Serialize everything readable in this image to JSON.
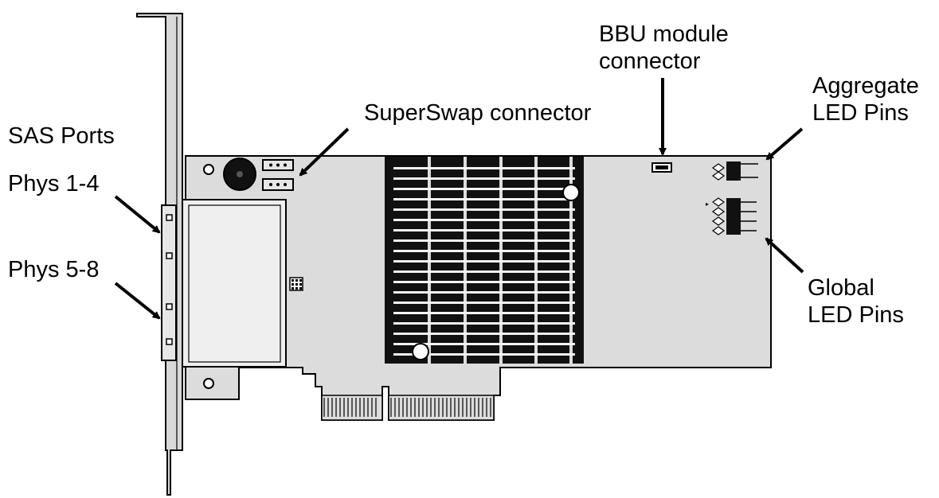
{
  "labels": {
    "sas_ports": "SAS Ports",
    "phys_1_4": "Phys 1-4",
    "phys_5_8": "Phys 5-8",
    "superswap": "SuperSwap connector",
    "bbu_line1": "BBU module",
    "bbu_line2": "connector",
    "aggregate_line1": "Aggregate",
    "aggregate_line2": "LED Pins",
    "global_line1": "Global",
    "global_line2": "LED Pins"
  },
  "colors": {
    "ink": "#000000",
    "board": "#dcdcdc",
    "heatsink": "#111111",
    "paper": "#ffffff"
  }
}
